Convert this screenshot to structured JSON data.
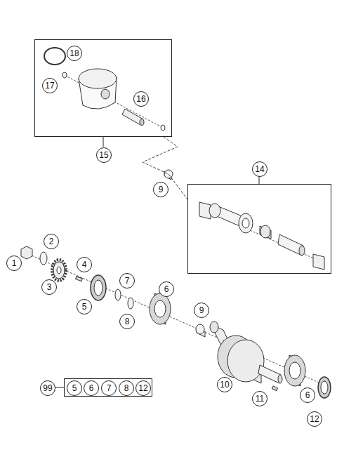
{
  "diagram": {
    "nodes": [
      {
        "text": [
          "15",
          "18",
          "17",
          "16"
        ]
      },
      {
        "text": [
          "14"
        ]
      },
      {
        "text": [
          "99",
          "5",
          "6",
          "7",
          "8",
          "12"
        ]
      }
    ],
    "edges": [
      {
        "from": 0,
        "to": 1,
        "arrow": "none"
      }
    ],
    "labels": [
      "9",
      "1",
      "2",
      "3",
      "4",
      "5",
      "7",
      "6",
      "8",
      "9",
      "10",
      "11",
      "6",
      "12"
    ]
  }
}
